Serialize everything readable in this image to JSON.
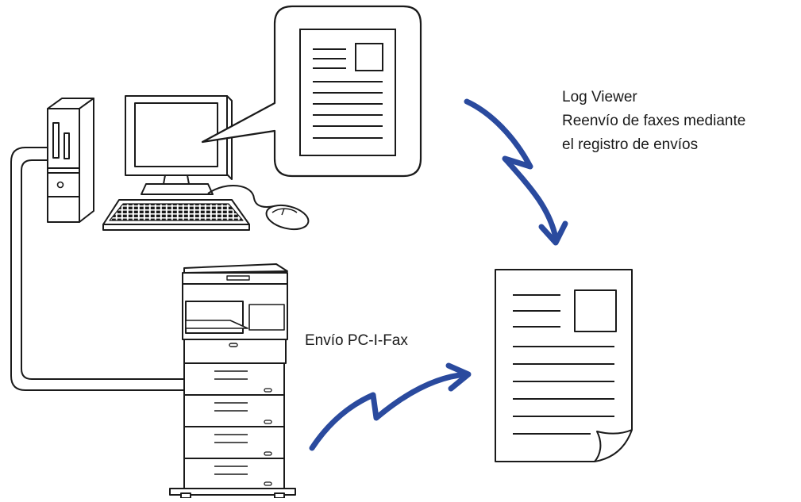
{
  "labels": {
    "log_viewer_line1": "Log Viewer",
    "log_viewer_line2": "Reenvío de faxes mediante",
    "log_viewer_line3": "el registro de envíos",
    "pc_ifax": "Envío PC-I-Fax"
  },
  "icons": [
    "computer-tower-icon",
    "monitor-icon",
    "keyboard-icon",
    "mouse-icon",
    "speech-bubble-icon",
    "document-icon",
    "multifunction-printer-icon",
    "lightning-arrow-icon"
  ],
  "colors": {
    "arrow": "#2a4a9e",
    "line": "#1a1a1a",
    "background": "#ffffff"
  }
}
